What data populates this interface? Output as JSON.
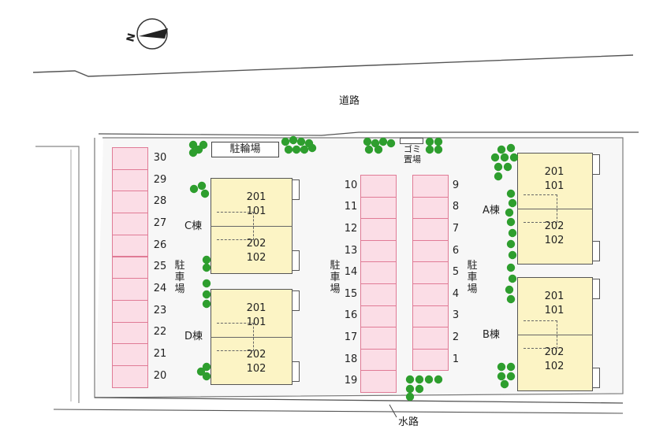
{
  "map": {
    "road_label": "道路",
    "waterway_label": "水路",
    "bike_parking_label": "駐輪場",
    "garbage_label_line1": "ゴミ",
    "garbage_label_line2": "置場",
    "parking_label": "駐車場",
    "north_letter": "N"
  },
  "colors": {
    "stall_fill": "#fbdde6",
    "stall_border": "#e07b96",
    "building_fill": "#fcf4c5",
    "tree": "#2e9e2e"
  },
  "parking": {
    "left_column_numbers": [
      "30",
      "29",
      "28",
      "27",
      "26",
      "25",
      "24",
      "23",
      "22",
      "21",
      "20"
    ],
    "middle_column_numbers": [
      "10",
      "11",
      "12",
      "13",
      "14",
      "15",
      "16",
      "17",
      "18",
      "19"
    ],
    "right_column_numbers": [
      "9",
      "8",
      "7",
      "6",
      "5",
      "4",
      "3",
      "2",
      "1"
    ]
  },
  "buildings": [
    {
      "id": "C",
      "label": "C棟",
      "upper_units": [
        "201",
        "101"
      ],
      "lower_units": [
        "202",
        "102"
      ]
    },
    {
      "id": "D",
      "label": "D棟",
      "upper_units": [
        "201",
        "101"
      ],
      "lower_units": [
        "202",
        "102"
      ]
    },
    {
      "id": "A",
      "label": "A棟",
      "upper_units": [
        "201",
        "101"
      ],
      "lower_units": [
        "202",
        "102"
      ]
    },
    {
      "id": "B",
      "label": "B棟",
      "upper_units": [
        "201",
        "101"
      ],
      "lower_units": [
        "202",
        "102"
      ]
    }
  ]
}
